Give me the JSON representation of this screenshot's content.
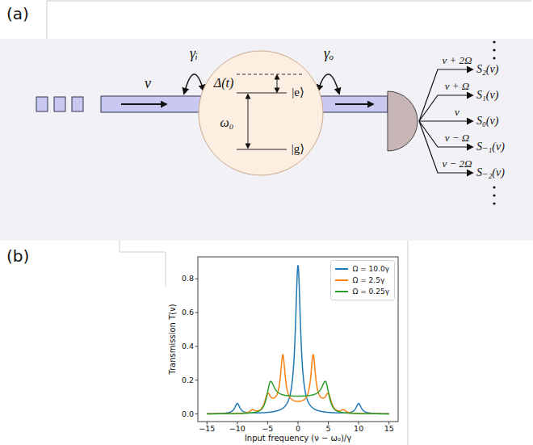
{
  "diagram": {
    "nodes": [
      {
        "text": [
          "Δ(t)",
          "|e⟩",
          "ω₀",
          "|g⟩"
        ]
      }
    ],
    "labels": [
      "(a)",
      "(b)",
      "ν",
      "γᵢ",
      "γₒ",
      "ν + 2Ω",
      "S₂(ν)",
      "ν + Ω",
      "S₁(ν)",
      "ν",
      "S₀(ν)",
      "ν − Ω",
      "S₋₁(ν)",
      "ν − 2Ω",
      "S₋₂(ν)",
      "Transmission T(ν)",
      "Input frequency (ν − ω₀)/γ",
      "0.0",
      "0.2",
      "0.4",
      "0.6",
      "0.8",
      "−15",
      "−10",
      "−5",
      "0",
      "5",
      "10",
      "15"
    ],
    "legend": [
      {
        "text": "Ω = 10.0γ",
        "color": "#1f77b4"
      },
      {
        "text": "Ω = 2.5γ",
        "color": "#ff7f0e"
      },
      {
        "text": "Ω = 0.25γ",
        "color": "#2ca02c"
      }
    ]
  }
}
